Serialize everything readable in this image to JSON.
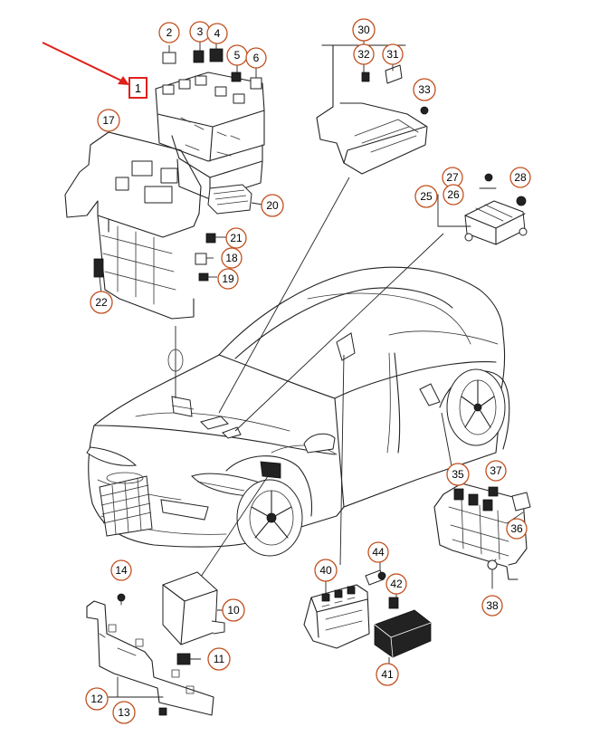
{
  "callouts": [
    {
      "id": "c2",
      "label": "2"
    },
    {
      "id": "c3",
      "label": "3"
    },
    {
      "id": "c4",
      "label": "4"
    },
    {
      "id": "c5",
      "label": "5"
    },
    {
      "id": "c6",
      "label": "6"
    },
    {
      "id": "c17",
      "label": "17"
    },
    {
      "id": "c20",
      "label": "20"
    },
    {
      "id": "c21",
      "label": "21"
    },
    {
      "id": "c18",
      "label": "18"
    },
    {
      "id": "c19",
      "label": "19"
    },
    {
      "id": "c22",
      "label": "22"
    },
    {
      "id": "c30",
      "label": "30"
    },
    {
      "id": "c32",
      "label": "32"
    },
    {
      "id": "c31",
      "label": "31"
    },
    {
      "id": "c33",
      "label": "33"
    },
    {
      "id": "c27",
      "label": "27"
    },
    {
      "id": "c26",
      "label": "26"
    },
    {
      "id": "c28",
      "label": "28"
    },
    {
      "id": "c25",
      "label": "25"
    },
    {
      "id": "c35",
      "label": "35"
    },
    {
      "id": "c37",
      "label": "37"
    },
    {
      "id": "c36",
      "label": "36"
    },
    {
      "id": "c38",
      "label": "38"
    },
    {
      "id": "c14",
      "label": "14"
    },
    {
      "id": "c10",
      "label": "10"
    },
    {
      "id": "c11",
      "label": "11"
    },
    {
      "id": "c12",
      "label": "12"
    },
    {
      "id": "c13",
      "label": "13"
    },
    {
      "id": "c40",
      "label": "40"
    },
    {
      "id": "c44",
      "label": "44"
    },
    {
      "id": "c42",
      "label": "42"
    },
    {
      "id": "c41",
      "label": "41"
    }
  ],
  "highlight": {
    "label": "1",
    "color": "#e0201a"
  },
  "colors": {
    "callout_ring": "#c0501f",
    "arrow": "#e0201a",
    "ink": "#222222"
  }
}
